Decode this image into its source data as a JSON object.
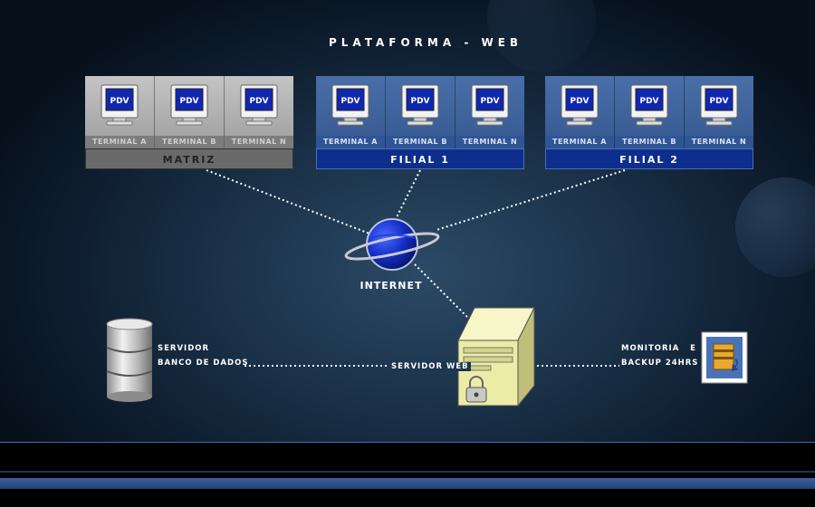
{
  "title": "PLATAFORMA - WEB",
  "groups": [
    {
      "name": "MATRIZ",
      "style": "gray",
      "terminals": [
        {
          "screen": "PDV",
          "label": "TERMINAL A"
        },
        {
          "screen": "PDV",
          "label": "TERMINAL B"
        },
        {
          "screen": "PDV",
          "label": "TERMINAL N"
        }
      ]
    },
    {
      "name": "FILIAL 1",
      "style": "blue",
      "terminals": [
        {
          "screen": "PDV",
          "label": "TERMINAL A"
        },
        {
          "screen": "PDV",
          "label": "TERMINAL B"
        },
        {
          "screen": "PDV",
          "label": "TERMINAL N"
        }
      ]
    },
    {
      "name": "FILIAL 2",
      "style": "blue",
      "terminals": [
        {
          "screen": "PDV",
          "label": "TERMINAL A"
        },
        {
          "screen": "PDV",
          "label": "TERMINAL B"
        },
        {
          "screen": "PDV",
          "label": "TERMINAL N"
        }
      ]
    }
  ],
  "internet": {
    "label": "INTERNET",
    "icon": "globe-icon"
  },
  "database": {
    "label_line1": "SERVIDOR",
    "label_line2": "BANCO DE DADOS",
    "icon": "database-cylinder-icon"
  },
  "web_server": {
    "label": "SERVIDOR WEB",
    "icon": "server-tower-icon"
  },
  "monitoring": {
    "label_line1": "MONITORIA   E",
    "label_line2": "BACKUP 24HRS",
    "icon": "backup-archive-icon"
  },
  "colors": {
    "background_dark": "#0d1b2c",
    "group_blue": "#0d2e8c",
    "group_gray": "#6a6a6a",
    "footer_bar": "#2f5686"
  }
}
